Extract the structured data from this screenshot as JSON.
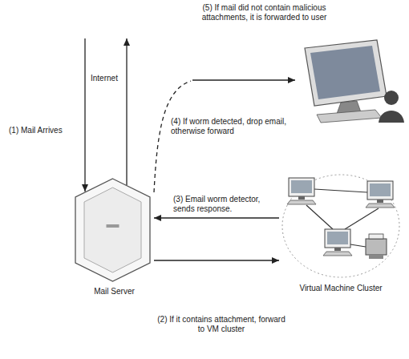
{
  "diagram": {
    "nodes": [
      {
        "text": [
          "Mail Server"
        ]
      },
      {
        "text": [
          "Virtual Machine Cluster"
        ]
      }
    ],
    "edges": [
      {
        "from": 0,
        "to": 1,
        "arrow": "to",
        "label": "(2) If it contains attachment, forward to VM cluster"
      },
      {
        "from": 1,
        "to": 0,
        "arrow": "to",
        "label": "(3) Email worm detector, sends response."
      }
    ],
    "labels": [
      "(5) If mail did not contain malicious attachments, it is forwarded to user",
      "Internet",
      "(1) Mail Arrives",
      "(4) If worm detected, drop email, otherwise forward"
    ]
  }
}
